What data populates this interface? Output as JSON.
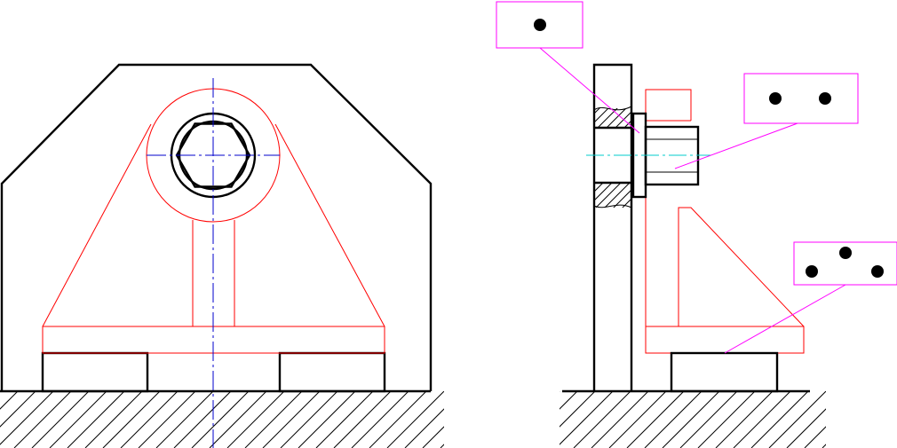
{
  "colors": {
    "object_line": "#000000",
    "hidden_part": "#ff0000",
    "centerline": "#0000cc",
    "axis_line": "#00cccc",
    "label_box": "#ff00ff",
    "leader": "#ff00ff",
    "dot": "#000000",
    "background": "#ffffff"
  },
  "labels": [
    {
      "id": "label-one-dot",
      "dots": 1
    },
    {
      "id": "label-two-dots",
      "dots": 2
    },
    {
      "id": "label-three-dots",
      "dots": 3
    }
  ]
}
